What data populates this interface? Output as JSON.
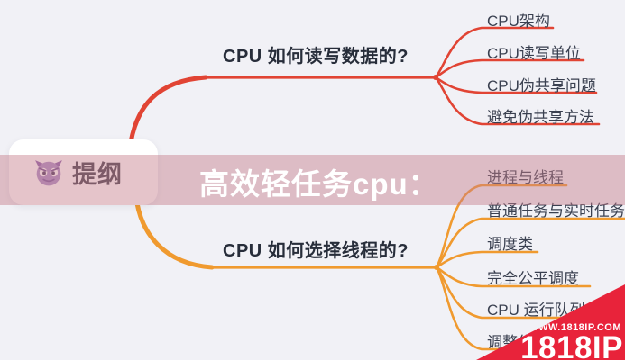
{
  "background_color": "#f1f1f6",
  "root": {
    "label": "提纲",
    "icon": "devil-emoji-icon"
  },
  "branches": [
    {
      "label": "CPU 如何读写数据的?",
      "color": "#e14434",
      "children": [
        "CPU架构",
        "CPU读写单位",
        "CPU伪共享问题",
        "避免伪共享方法"
      ]
    },
    {
      "label": "CPU 如何选择线程的?",
      "color": "#f09a2f",
      "children": [
        "进程与线程",
        "普通任务与实时任务",
        "调度类",
        "完全公平调度",
        "CPU 运行队列",
        "调整优先"
      ]
    }
  ],
  "overlay": {
    "title": "高效轻任务cpu：",
    "band_color": "rgba(197,125,138,0.45)",
    "title_color": "#ffffff"
  },
  "watermark": {
    "site": "WWW.1818IP.COM",
    "brand": "1818IP",
    "color": "#e8233a"
  }
}
